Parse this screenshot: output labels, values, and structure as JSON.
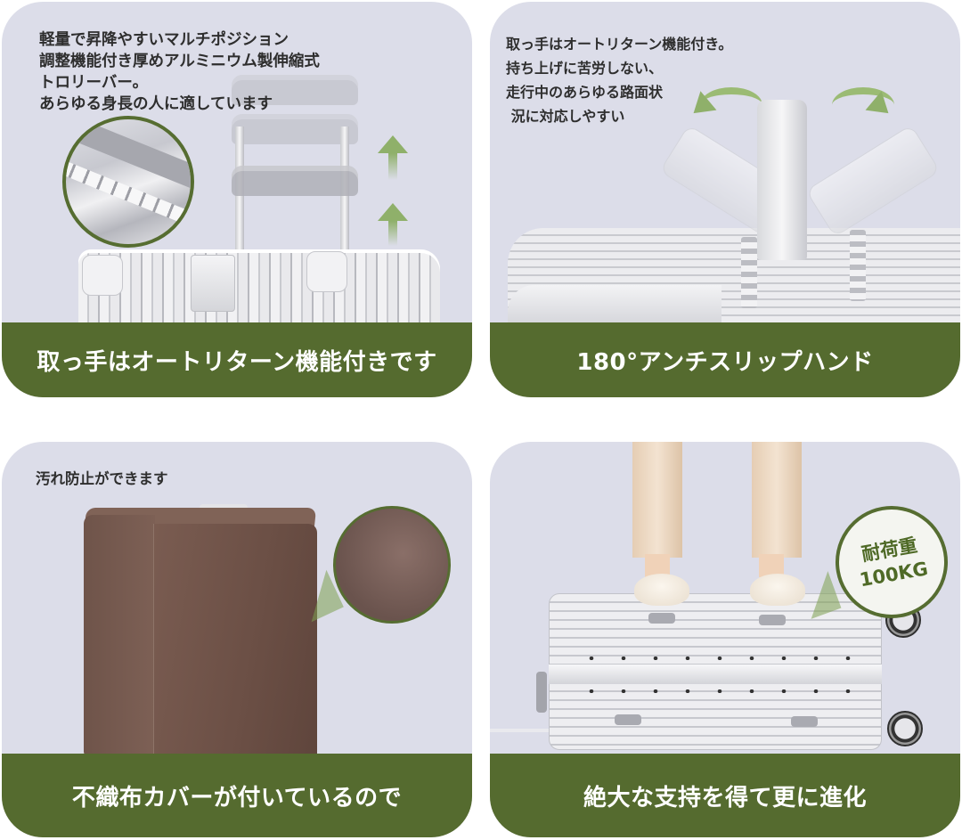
{
  "colors": {
    "panel_background": "#dcdde9",
    "caption_band": "#556b2f",
    "caption_text": "#ffffff",
    "description_text": "#2e2e2e",
    "accent_green": "#8fb06a",
    "badge_text": "#4f6a27",
    "cover_brown": "#6b4f45"
  },
  "panels": [
    {
      "description_lines": [
        "軽量で昇降やすいマルチポジション",
        "調整機能付き厚めアルミニウム製伸縮式",
        "トロリーバー。",
        "あらゆる身長の人に適しています"
      ],
      "description": "軽量で昇降やすいマルチポジション\n調整機能付き厚めアルミニウム製伸縮式\nトロリーバー。\nあらゆる身長の人に適しています",
      "caption": "取っ手はオートリターン機能付きです",
      "image": "aluminum suitcase with telescopic trolley bar, handle close-up inset, up arrows"
    },
    {
      "description": "取っ手はオートリターン機能付き。\n持ち上げに苦労しない、\n走行中のあらゆる路面状\n 況に対応しやすい",
      "caption": "180°アンチスリップハンド",
      "image": "suitcase side handle rotating through 180 degrees, curved arrows"
    },
    {
      "description": "汚れ防止ができます",
      "caption": "不織布カバーが付いているので",
      "image": "suitcase covered with brown non-woven fabric cover, fabric texture inset"
    },
    {
      "description": "",
      "badge": {
        "line1": "耐荷重",
        "line2": "100KG"
      },
      "caption": "絶大な支持を得て更に進化",
      "image": "person standing on an aluminum suitcase lying flat"
    }
  ]
}
